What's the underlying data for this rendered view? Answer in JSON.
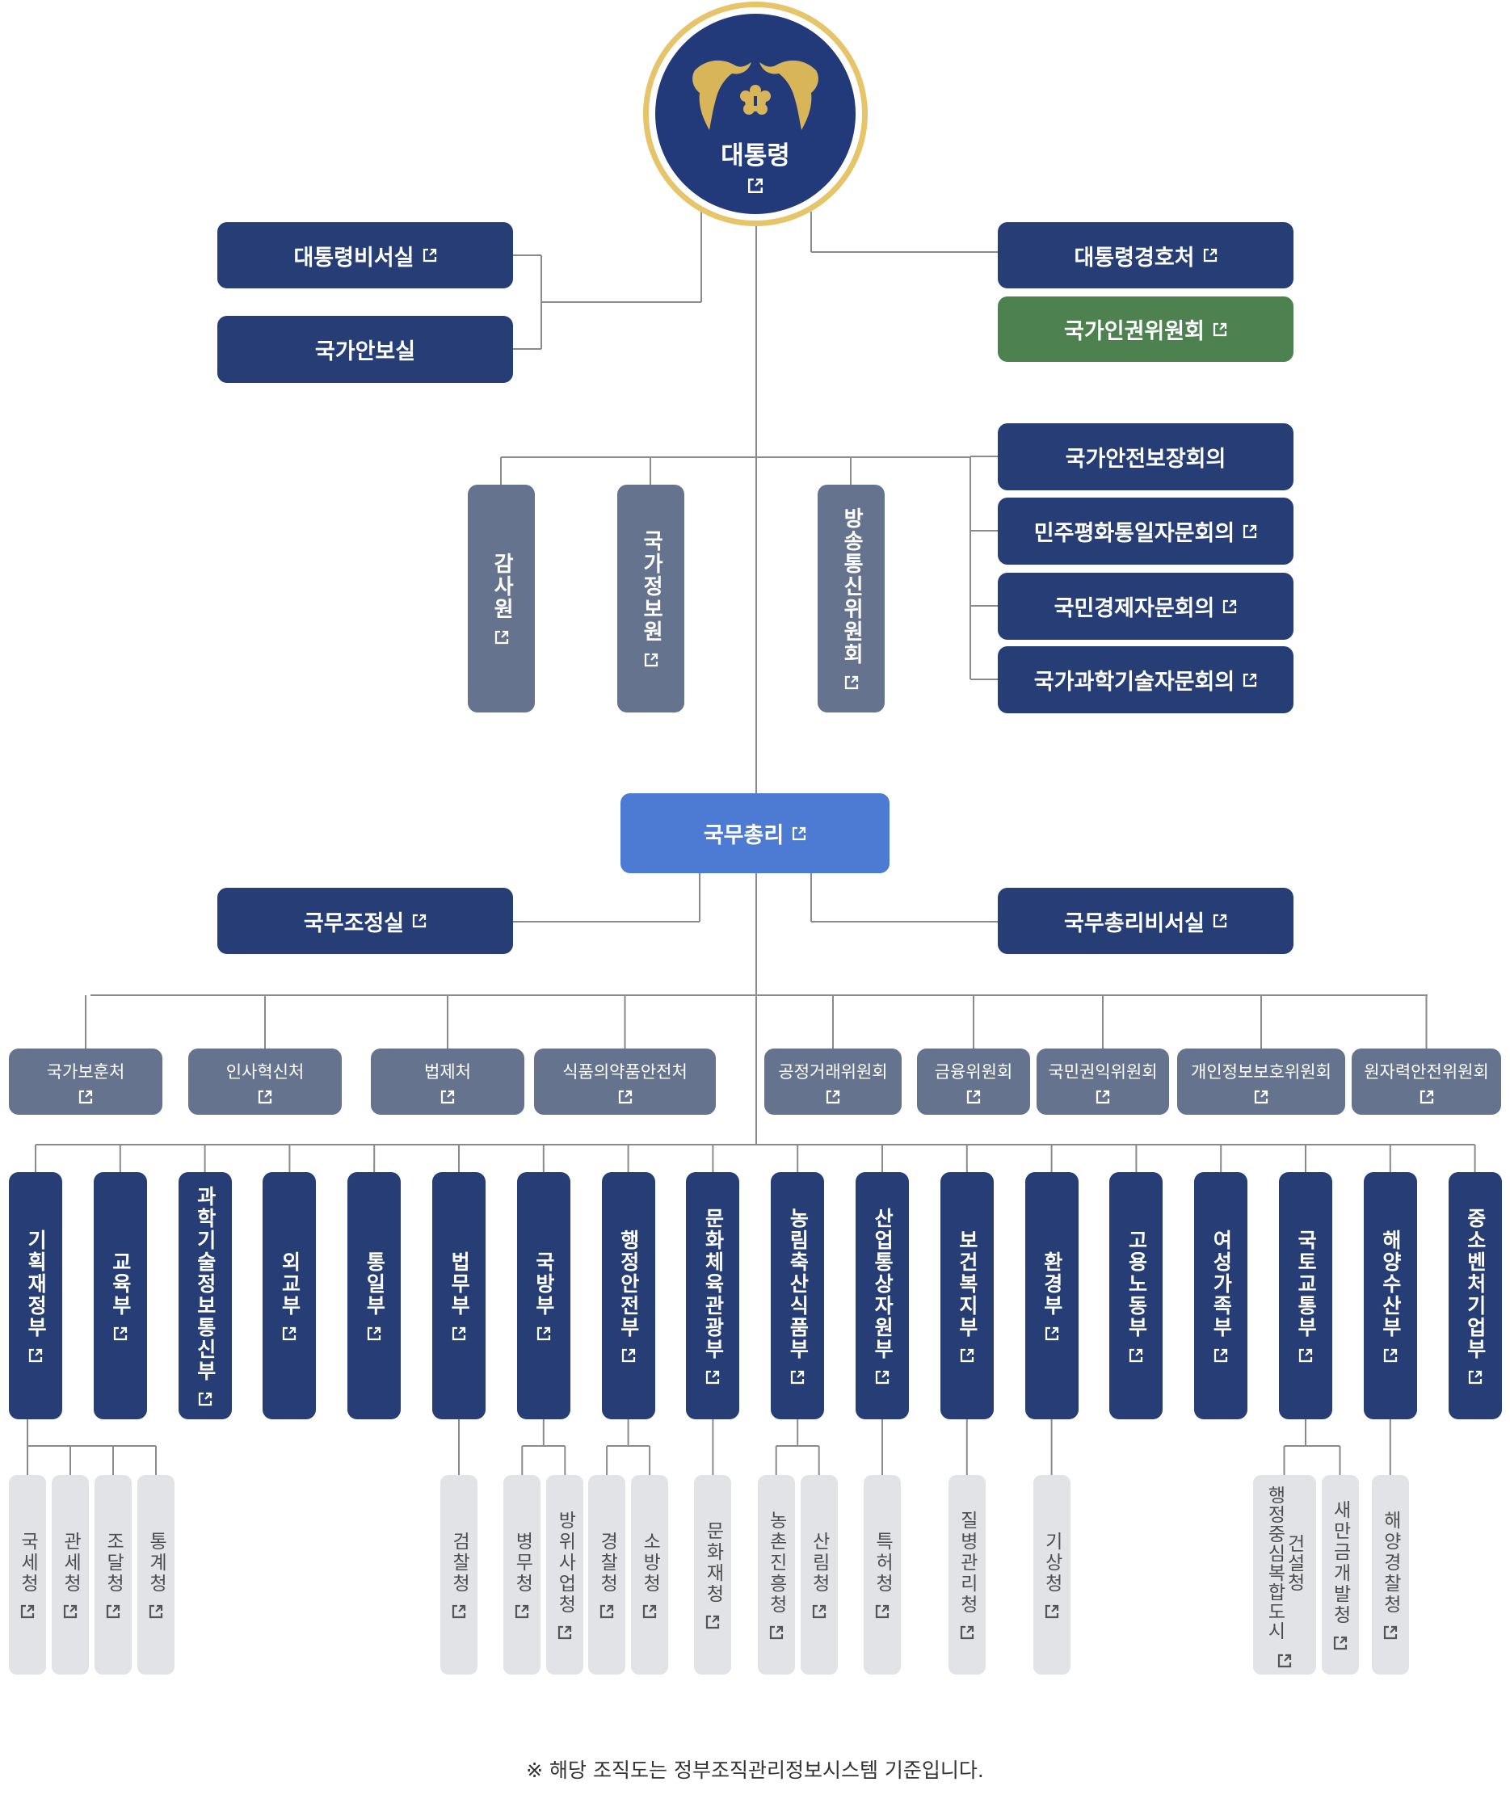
{
  "president": {
    "label": "대통령",
    "icon": "external-link-icon",
    "emblem": "phoenix-emblem-icon"
  },
  "presidential_offices": [
    {
      "label": "대통령비서실",
      "link": true
    },
    {
      "label": "국가안보실",
      "link": false
    }
  ],
  "presidential_right": [
    {
      "label": "대통령경호처",
      "link": true,
      "color": "#263d75"
    },
    {
      "label": "국가인권위원회",
      "link": true,
      "color": "#4e8150"
    }
  ],
  "independent_bodies": [
    {
      "label": "감사원",
      "link": true
    },
    {
      "label": "국가정보원",
      "link": true
    },
    {
      "label": "방송통신위원회",
      "link": true
    }
  ],
  "advisory_councils": [
    {
      "label": "국가안전보장회의",
      "link": false
    },
    {
      "label": "민주평화통일자문회의",
      "link": true
    },
    {
      "label": "국민경제자문회의",
      "link": true
    },
    {
      "label": "국가과학기술자문회의",
      "link": true
    }
  ],
  "prime_minister": {
    "label": "국무총리",
    "link": true,
    "color": "#4d7ad3"
  },
  "pm_offices": [
    {
      "label": "국무조정실",
      "link": true
    },
    {
      "label": "국무총리비서실",
      "link": true
    }
  ],
  "pm_bodies": [
    {
      "label": "국가보훈처",
      "link": true
    },
    {
      "label": "인사혁신처",
      "link": true
    },
    {
      "label": "법제처",
      "link": true
    },
    {
      "label": "식품의약품안전처",
      "link": true
    },
    {
      "label": "공정거래위원회",
      "link": true
    },
    {
      "label": "금융위원회",
      "link": true
    },
    {
      "label": "국민권익위원회",
      "link": true
    },
    {
      "label": "개인정보보호위원회",
      "link": true
    },
    {
      "label": "원자력안전위원회",
      "link": true
    }
  ],
  "ministries": [
    {
      "label": "기획재정부",
      "agencies": [
        "국세청",
        "관세청",
        "조달청",
        "통계청"
      ]
    },
    {
      "label": "교육부",
      "agencies": []
    },
    {
      "label": "과학기술정보통신부",
      "agencies": []
    },
    {
      "label": "외교부",
      "agencies": []
    },
    {
      "label": "통일부",
      "agencies": []
    },
    {
      "label": "법무부",
      "agencies": [
        "검찰청"
      ]
    },
    {
      "label": "국방부",
      "agencies": [
        "병무청",
        "방위사업청"
      ]
    },
    {
      "label": "행정안전부",
      "agencies": [
        "경찰청",
        "소방청"
      ]
    },
    {
      "label": "문화체육관광부",
      "agencies": [
        "문화재청"
      ]
    },
    {
      "label": "농림축산식품부",
      "agencies": [
        "농촌진흥청",
        "산림청"
      ]
    },
    {
      "label": "산업통상자원부",
      "agencies": [
        "특허청"
      ]
    },
    {
      "label": "보건복지부",
      "agencies": [
        "질병관리청"
      ]
    },
    {
      "label": "환경부",
      "agencies": [
        "기상청"
      ]
    },
    {
      "label": "고용노동부",
      "agencies": []
    },
    {
      "label": "여성가족부",
      "agencies": []
    },
    {
      "label": "국토교통부",
      "agencies": [
        "행정중심복합도시건설청",
        "새만금개발청"
      ]
    },
    {
      "label": "해양수산부",
      "agencies": [
        "해양경찰청"
      ]
    },
    {
      "label": "중소벤처기업부",
      "agencies": []
    }
  ],
  "colors": {
    "navy": "#263d75",
    "slate": "#66738f",
    "green": "#4e8150",
    "pm_blue": "#4d7ad3",
    "agency_gray": "#e1e3e7",
    "gold_ring": "#e6c46a",
    "line": "#8a8a8a"
  },
  "footnote": "※ 해당 조직도는 정부조직관리정보시스템 기준입니다."
}
